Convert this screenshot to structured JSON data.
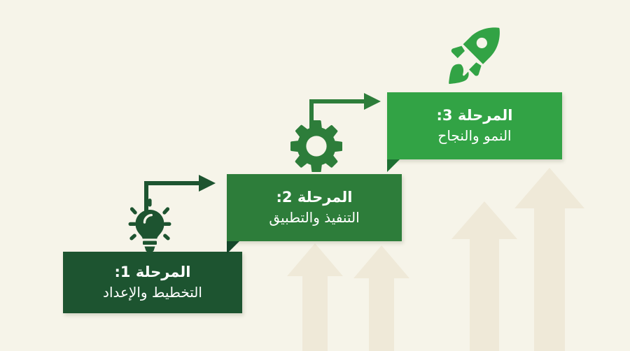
{
  "background": {
    "color": "#f6f4e9",
    "decor_arrow_color": "#efe9d8",
    "decor_arrow_count": 4
  },
  "palette": {
    "step1": "#1d5430",
    "step2": "#2d7d3a",
    "step3": "#32a345",
    "text": "#ffffff",
    "connector1": "#1d5430",
    "connector2": "#2d7d3a",
    "bulb": "#1d5430",
    "gear": "#2d7d3a",
    "rocket": "#32a345"
  },
  "steps": [
    {
      "id": "step1",
      "title": "المرحلة 1:",
      "subtitle": "التخطيط والإعداد",
      "icon": "lightbulb-icon"
    },
    {
      "id": "step2",
      "title": "المرحلة 2:",
      "subtitle": "التنفيذ والتطبيق",
      "icon": "gear-icon"
    },
    {
      "id": "step3",
      "title": "المرحلة 3:",
      "subtitle": "النمو والنجاح",
      "icon": "rocket-icon"
    }
  ],
  "connectors": [
    {
      "id": "connector1",
      "from": "step1",
      "to": "step2",
      "direction": "up-right"
    },
    {
      "id": "connector2",
      "from": "step2",
      "to": "step3",
      "direction": "up-right"
    }
  ],
  "chart_data": {
    "type": "diagram",
    "subtype": "ascending-staircase-process",
    "title": "",
    "categories": [
      "المرحلة 1:",
      "المرحلة 2:",
      "المرحلة 3:"
    ],
    "labels": [
      "التخطيط والإعداد",
      "التنفيذ والتطبيق",
      "النمو والنجاح"
    ],
    "values": [
      1,
      2,
      3
    ],
    "step_levels": [
      1,
      2,
      3
    ],
    "icons": [
      "lightbulb-icon",
      "gear-icon",
      "rocket-icon"
    ],
    "colors": [
      "#1d5430",
      "#2d7d3a",
      "#32a345"
    ],
    "direction": "rtl-ascending",
    "legend": "none",
    "grid": false
  }
}
